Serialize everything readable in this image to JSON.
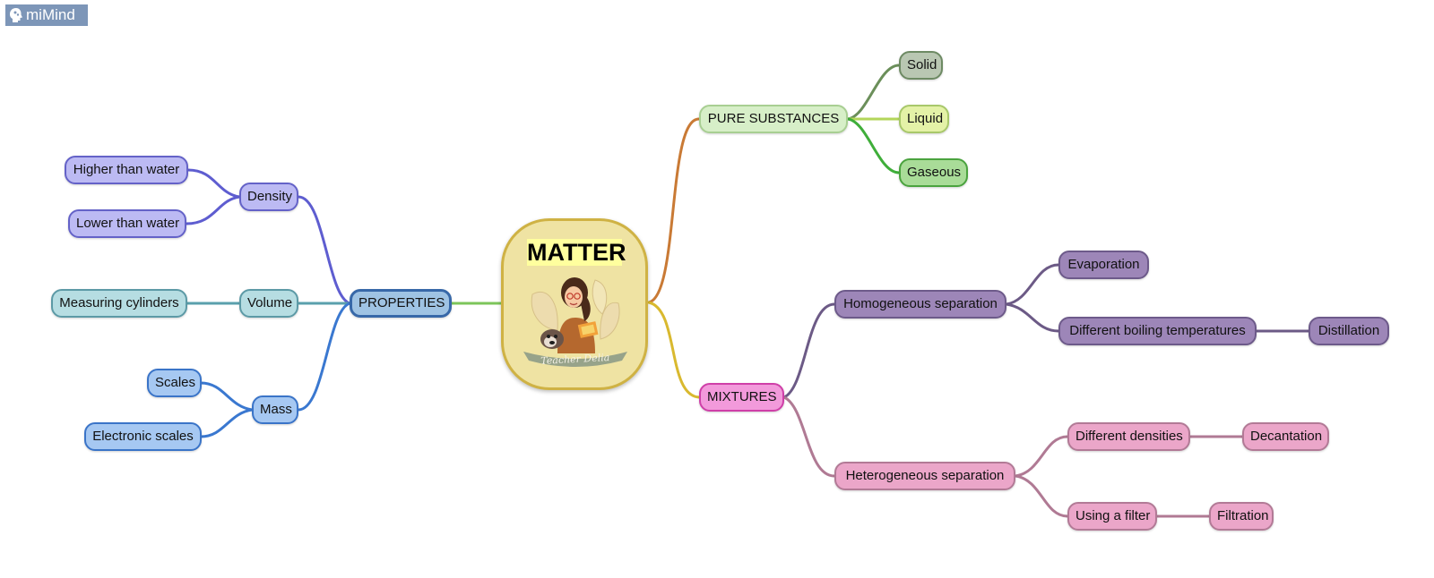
{
  "app": {
    "logo_text": "miMind"
  },
  "center": {
    "title": "MATTER",
    "signature": "Teacher Delia"
  },
  "branches": {
    "pure_substances": {
      "label": "PURE SUBSTANCES",
      "children": [
        "Solid",
        "Liquid",
        "Gaseous"
      ]
    },
    "mixtures": {
      "label": "MIXTURES",
      "homogeneous": {
        "label": "Homogeneous separation",
        "evaporation": "Evaporation",
        "boiling": "Different boiling temperatures",
        "distillation": "Distillation"
      },
      "heterogeneous": {
        "label": "Heterogeneous separation",
        "densities": "Different densities",
        "decantation": "Decantation",
        "filter": "Using a filter",
        "filtration": "Filtration"
      }
    },
    "properties": {
      "label": "PROPERTIES",
      "density": {
        "label": "Density",
        "higher": "Higher than water",
        "lower": "Lower than water"
      },
      "volume": {
        "label": "Volume",
        "measuring": "Measuring cylinders"
      },
      "mass": {
        "label": "Mass",
        "scales": "Scales",
        "electronic": "Electronic scales"
      }
    }
  },
  "colors": {
    "pure_links": "#c97a35",
    "mixtures_link": "#d9b92f",
    "properties_link": "#7cc55a",
    "homogeneous_links": "#6c5a86",
    "heterogeneous_links": "#b07a94",
    "density_links": "#5e5dd0",
    "volume_links": "#5aa0ac",
    "mass_links": "#3a78d0"
  }
}
